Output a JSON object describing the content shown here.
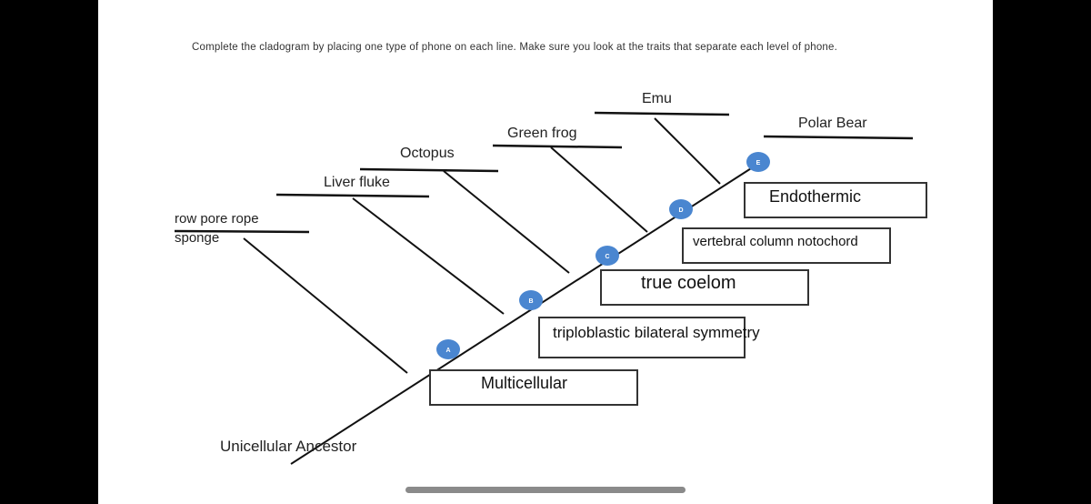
{
  "instructions": "Complete the cladogram by placing one type of phone on each line. Make sure you look at the traits that separate each level of phone.",
  "ancestor_label": "Unicellular Ancestor",
  "branch_labels": [
    {
      "text": "row pore rope",
      "key": "sponge-top"
    },
    {
      "text": "sponge",
      "key": "sponge"
    },
    {
      "text": "Liver fluke",
      "key": "liver-fluke"
    },
    {
      "text": "Octopus",
      "key": "octopus"
    },
    {
      "text": "Green frog",
      "key": "green-frog"
    },
    {
      "text": "Emu",
      "key": "emu"
    },
    {
      "text": "Polar Bear",
      "key": "polar-bear"
    }
  ],
  "traits": [
    {
      "text": "Multicellular"
    },
    {
      "text": "triploblastic bilateral symmetry"
    },
    {
      "text": "true coelom"
    },
    {
      "text": "vertebral column notochord"
    },
    {
      "text": "Endothermic"
    }
  ],
  "nodes": [
    "A",
    "B",
    "C",
    "D",
    "E"
  ],
  "colors": {
    "node": "#4a86d0",
    "line": "#111111"
  }
}
